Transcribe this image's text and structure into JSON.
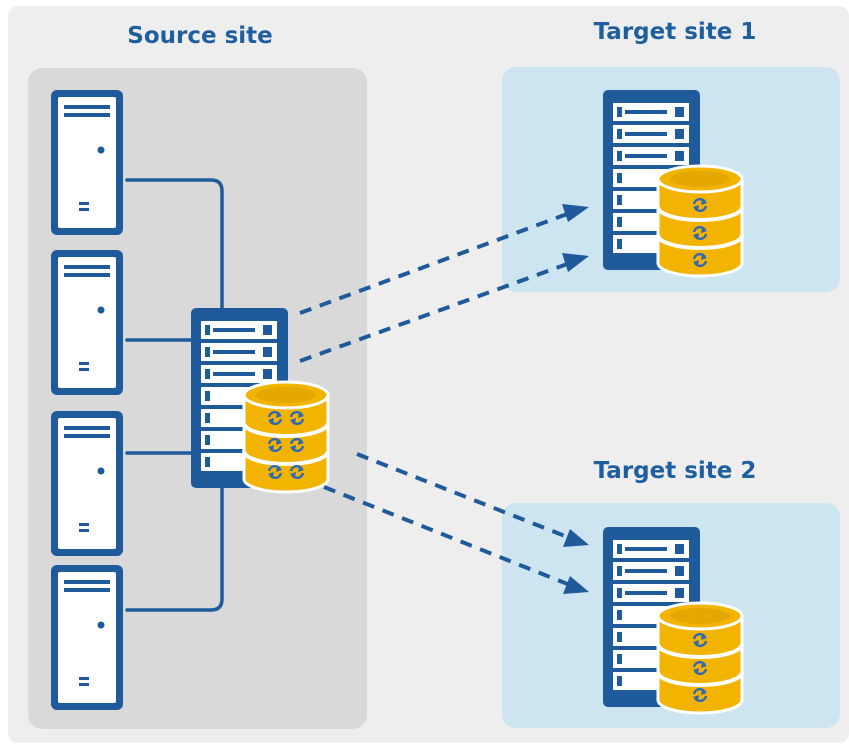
{
  "sites": {
    "source": {
      "title": "Source site"
    },
    "target1": {
      "title": "Target site 1"
    },
    "target2": {
      "title": "Target site 2"
    }
  },
  "colors": {
    "canvas": "#eeeeee",
    "source_panel": "#d9d9d9",
    "target_panel": "#cde4f1",
    "title_text": "#1f5fa0",
    "device_blue": "#1f5a9a",
    "connector": "#1f5a9a",
    "arrow": "#1f5a9a",
    "database_gold": "#f2b400",
    "database_dark": "#d99b00",
    "sync_icon": "#2f68b8"
  },
  "icons": {
    "workstation": "workstation-server-icon",
    "storage": "storage-rack-icon",
    "database": "database-cylinder-icon",
    "sync": "sync-arrows-icon"
  },
  "relationships": {
    "connected_to_source_storage": [
      "server-1",
      "server-2",
      "server-3",
      "server-4"
    ],
    "replicates_to": [
      "target-site-1",
      "target-site-2"
    ]
  }
}
